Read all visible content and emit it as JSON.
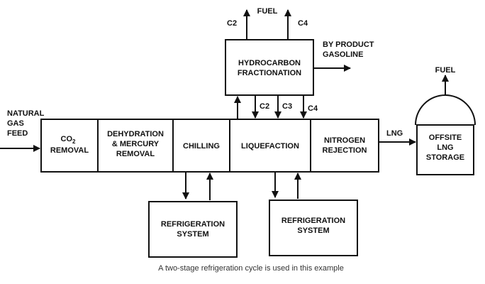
{
  "inputs": {
    "feed": [
      "NATURAL",
      "GAS",
      "FEED"
    ]
  },
  "process": {
    "co2_removal": [
      "CO",
      "2",
      "REMOVAL"
    ],
    "dehydration": [
      "DEHYDRATION",
      "& MERCURY",
      "REMOVAL"
    ],
    "chilling": [
      "CHILLING"
    ],
    "liquefaction": [
      "LIQUEFACTION"
    ],
    "nitrogen_rejection": [
      "NITROGEN",
      "REJECTION"
    ]
  },
  "fractionation": {
    "label": [
      "HYDROCARBON",
      "FRACTIONATION"
    ],
    "outputs_top": [
      "C2",
      "FUEL",
      "C4"
    ],
    "byproduct": [
      "BY PRODUCT",
      "GASOLINE"
    ],
    "returns": [
      "C2",
      "C3",
      "C4"
    ]
  },
  "refrigeration": {
    "system_1": [
      "REFRIGERATION",
      "SYSTEM"
    ],
    "system_2": [
      "REFRIGERATION",
      "SYSTEM"
    ]
  },
  "product": {
    "lng_label": "LNG",
    "storage": [
      "OFFSITE",
      "LNG",
      "STORAGE"
    ],
    "storage_fuel": "FUEL"
  },
  "caption": "A two-stage refrigeration cycle is used in this example",
  "colors": {
    "line": "#111111",
    "background": "#ffffff"
  }
}
